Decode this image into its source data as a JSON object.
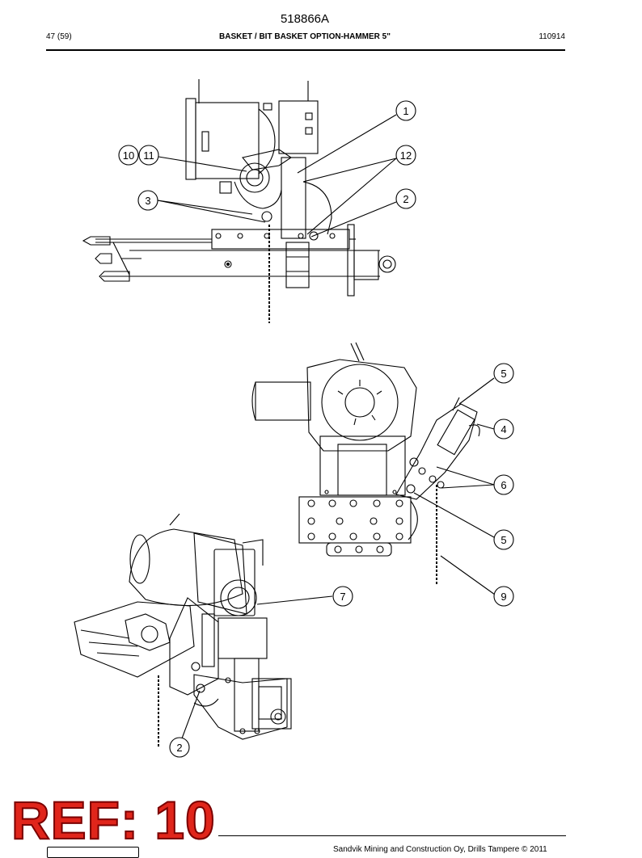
{
  "header": {
    "doc_number": "518866A",
    "page": "47 (59)",
    "title": "BASKET / BIT BASKET OPTION-HAMMER 5\"",
    "code": "110914"
  },
  "callouts": {
    "top": [
      "1",
      "10",
      "11",
      "12",
      "3",
      "2"
    ],
    "middle": [
      "5",
      "4",
      "6",
      "5",
      "7",
      "9"
    ],
    "bottom": [
      "2"
    ]
  },
  "stamp": "REF: 10",
  "footer": "Sandvik Mining and Construction Oy, Drills Tampere © 2011"
}
